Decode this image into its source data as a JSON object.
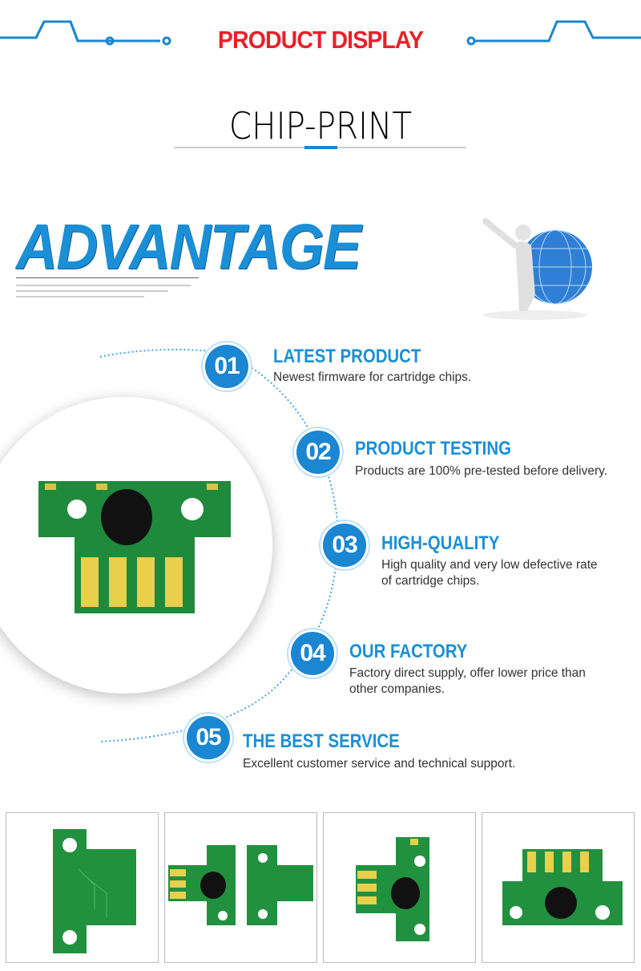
{
  "header": {
    "title": "PRODUCT DISPLAY",
    "subtitle": "CHIP-PRINT",
    "accent": "#1b86d2",
    "title_color": "#e8202a"
  },
  "advantage": {
    "title": "ADVANTAGE"
  },
  "features": [
    {
      "num": "01",
      "title": "LATEST PRODUCT",
      "desc": "Newest firmware for cartridge chips."
    },
    {
      "num": "02",
      "title": "PRODUCT TESTING",
      "desc": "Products are 100% pre-tested before delivery."
    },
    {
      "num": "03",
      "title": "HIGH-QUALITY",
      "desc": "High quality and very low defective rate of cartridge chips."
    },
    {
      "num": "04",
      "title": "OUR FACTORY",
      "desc": "Factory direct supply, offer lower price than other companies."
    },
    {
      "num": "05",
      "title": "THE BEST SERVICE",
      "desc": "Excellent customer service and technical support."
    }
  ]
}
